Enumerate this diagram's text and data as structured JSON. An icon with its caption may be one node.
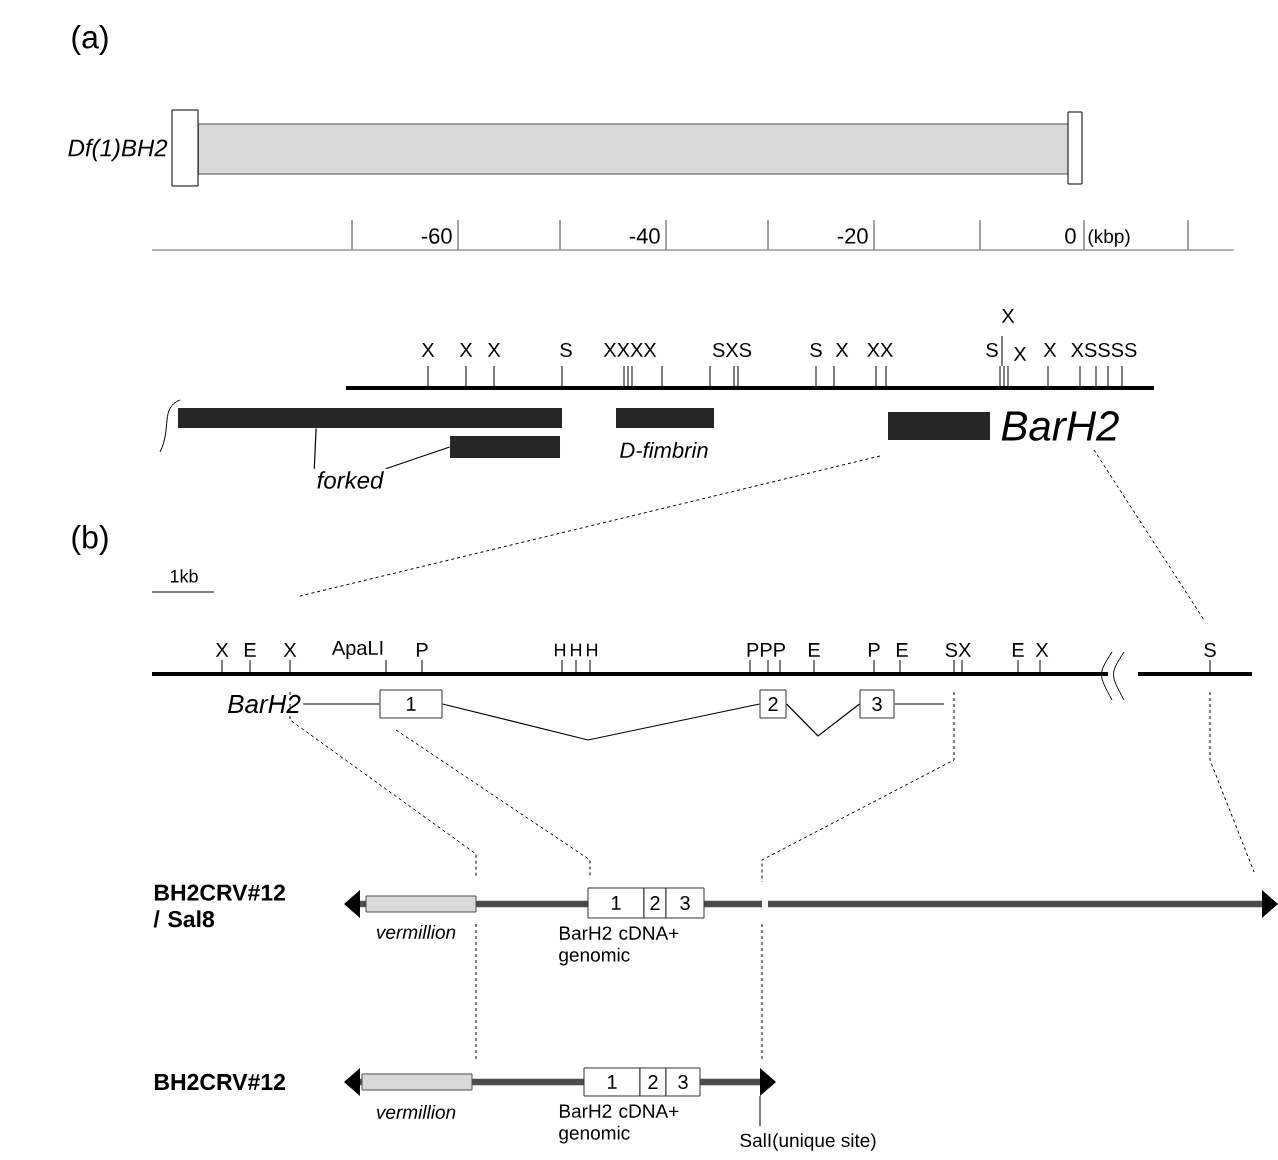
{
  "diagram": {
    "nodes": [
      {
        "text": [
          "Df(1)BH2"
        ]
      },
      {
        "text": [
          "forked"
        ]
      },
      {
        "text": [],
        "shape": "bar"
      },
      {
        "text": [],
        "shape": "bar"
      },
      {
        "text": [
          "D-fimbrin"
        ]
      },
      {
        "text": [
          "BarH2"
        ]
      },
      {
        "text": [
          "1"
        ]
      },
      {
        "text": [
          "2"
        ]
      },
      {
        "text": [
          "3"
        ]
      },
      {
        "text": [
          "vermillion"
        ]
      },
      {
        "text": [
          "1"
        ],
        "beside": [
          "BarH2 cDNA+ genomic"
        ]
      },
      {
        "text": [
          "2"
        ]
      },
      {
        "text": [
          "3"
        ]
      },
      {
        "text": [
          "vermillion"
        ]
      },
      {
        "text": [
          "1"
        ],
        "beside": [
          "BarH2 cDNA+ genomic"
        ]
      },
      {
        "text": [
          "2"
        ]
      },
      {
        "text": [
          "3"
        ]
      },
      {
        "text": [
          "BarH2"
        ]
      }
    ],
    "edges": [
      {
        "from": 1,
        "to": 2,
        "arrow": "none"
      },
      {
        "from": 1,
        "to": 3,
        "arrow": "none"
      },
      {
        "from": 6,
        "to": 7,
        "arrow": "none"
      },
      {
        "from": 7,
        "to": 8,
        "arrow": "none"
      },
      {
        "from": 17,
        "to": 6,
        "arrow": "none"
      },
      {
        "from": 8,
        "to": null,
        "arrow": "none"
      }
    ],
    "labels": [
      "(a)",
      "-60",
      "-40",
      "-20",
      "0",
      "(kbp)",
      "X",
      "X",
      "X",
      "X",
      "S",
      "XXXX",
      "SXS",
      "S",
      "X",
      "XX",
      "S",
      "X",
      "X",
      "XSSSS",
      "(b)",
      "1kb",
      "X",
      "E",
      "X",
      "ApaLI",
      "P",
      "H",
      "H",
      "H",
      "PPP",
      "E",
      "P",
      "E",
      "SX",
      "E",
      "X",
      "S",
      "BH2CRV#12 / Sal8",
      "BH2CRV#12",
      "SalI(unique site)"
    ]
  }
}
